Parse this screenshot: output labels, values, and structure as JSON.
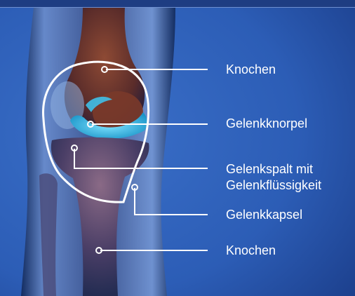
{
  "labels": {
    "bone_top": "Knochen",
    "cartilage": "Gelenkknorpel",
    "joint_space_line1": "Gelenkspalt mit",
    "joint_space_line2": "Gelenkflüssigkeit",
    "capsule": "Gelenkkapsel",
    "bone_bottom": "Knochen"
  },
  "colors": {
    "background": "#2d5fb8",
    "cartilage": "#3fc0e8",
    "bone": "#7a3a2a",
    "leader_line": "#ffffff"
  }
}
